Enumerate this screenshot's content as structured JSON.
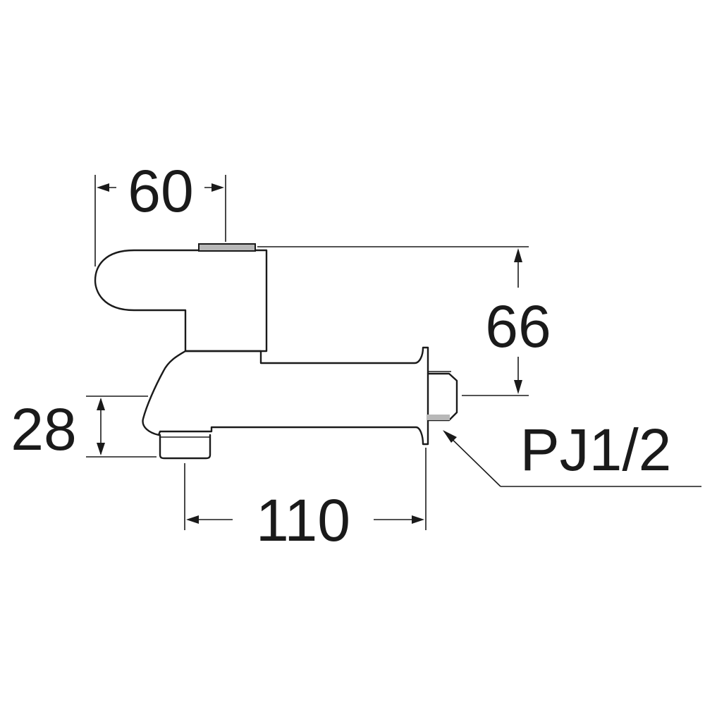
{
  "dimensions": {
    "width_60": "60",
    "height_66": "66",
    "height_28": "28",
    "length_110": "110",
    "thread_label": "PJ1/2"
  },
  "colors": {
    "line": "#1a1a1a",
    "background": "#ffffff",
    "cap_gray": "#b8b8b8"
  }
}
